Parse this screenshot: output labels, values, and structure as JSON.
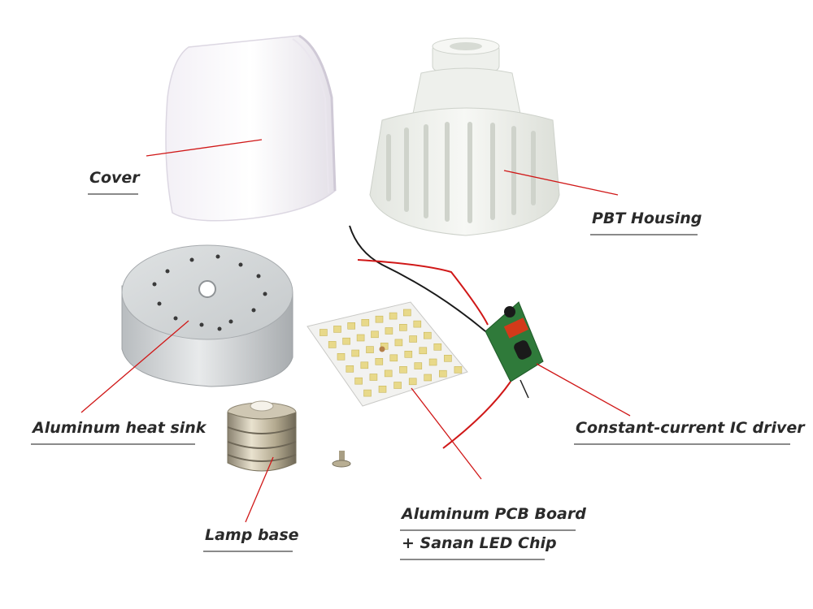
{
  "labels": {
    "cover": "Cover",
    "pbt_housing": "PBT Housing",
    "heat_sink": "Aluminum heat sink",
    "ic_driver": "Constant-current IC driver",
    "lamp_base": "Lamp base",
    "pcb_line1": "Aluminum PCB Board",
    "pcb_line2": "+ Sanan LED Chip"
  },
  "colors": {
    "leader_line": "#d01818",
    "label_text": "#2a2a2a",
    "underline": "#8a8a8a",
    "background": "#ffffff"
  }
}
